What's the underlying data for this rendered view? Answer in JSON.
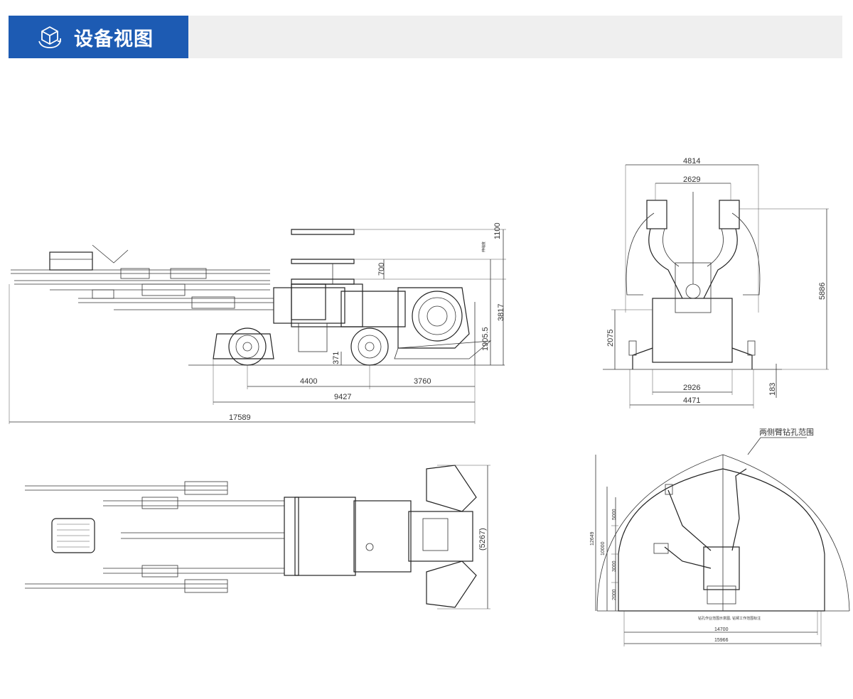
{
  "header": {
    "title": "设备视图",
    "accent": "#1d5bb3",
    "bar_bg": "#efefef",
    "icon": "cube-rotate-icon"
  },
  "side_view": {
    "dims": {
      "d1100": "1100",
      "d700": "700",
      "d3817": "3817",
      "d1905_5": "1905.5",
      "d371": "371",
      "d4400": "4400",
      "d3760": "3760",
      "d9427": "9427",
      "d17589": "17589"
    },
    "annotation": "伸缩度"
  },
  "front_view": {
    "dims": {
      "d4814": "4814",
      "d2629": "2629",
      "d5886": "5886",
      "d2075": "2075",
      "d2926": "2926",
      "d4471": "4471",
      "d183": "183"
    }
  },
  "top_view": {
    "dims": {
      "d5267": "(5267)"
    }
  },
  "range_view": {
    "label": "两侧臂钻孔范围",
    "dims": {
      "d12649": "12649",
      "d10000": "10000",
      "d5000": "5000",
      "d3000": "3000",
      "d2000": "2000",
      "d14700": "14700",
      "d15966": "15966"
    },
    "note": "钻孔作业范围示意图, 钻臂工作范围标注"
  }
}
